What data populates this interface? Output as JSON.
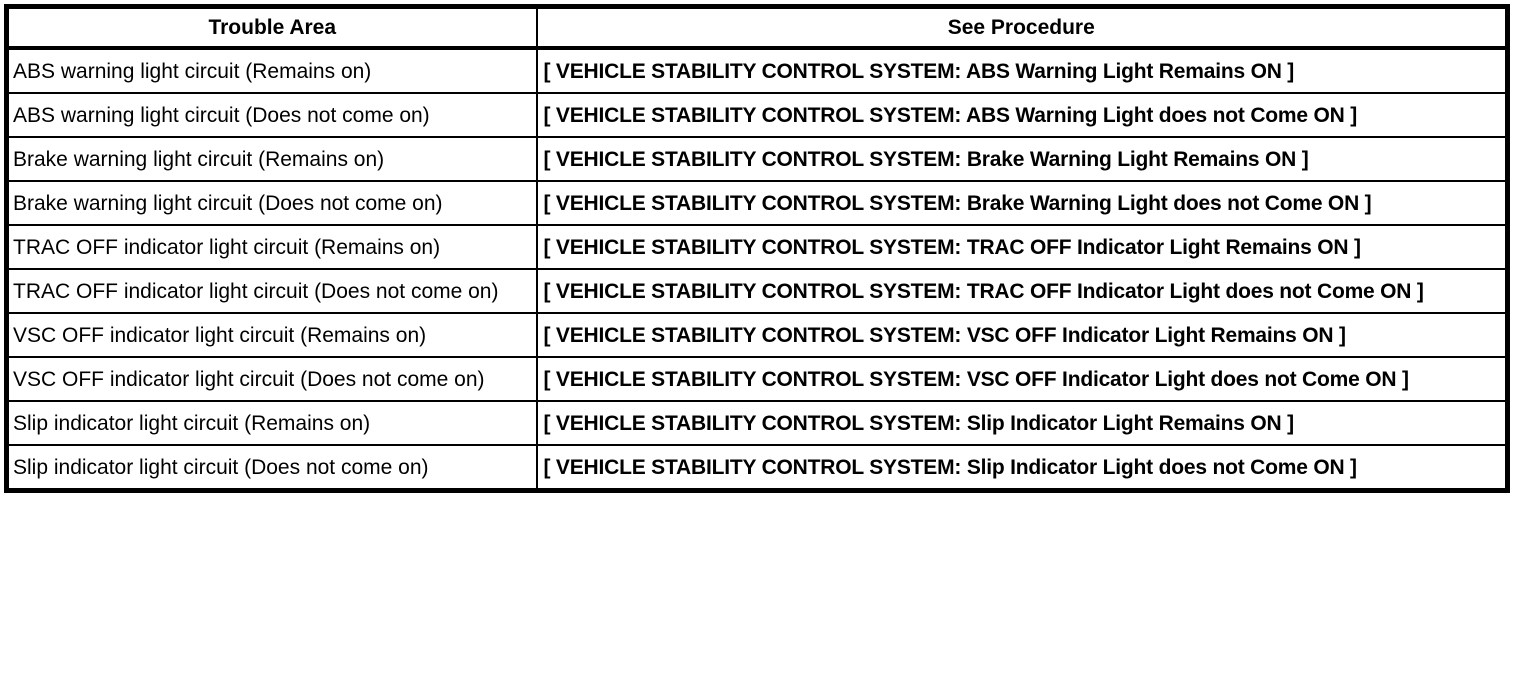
{
  "page": {
    "background_color": "#ffffff",
    "text_color": "#000000",
    "border_color": "#000000"
  },
  "table": {
    "columns": [
      {
        "label": "Trouble Area"
      },
      {
        "label": "See Procedure"
      }
    ],
    "rows": [
      {
        "trouble_area": "ABS warning light circuit (Remains on)",
        "procedure": "[ VEHICLE STABILITY CONTROL SYSTEM: ABS Warning Light Remains ON ]"
      },
      {
        "trouble_area": "ABS warning light circuit (Does not come on)",
        "procedure": "[ VEHICLE STABILITY CONTROL SYSTEM: ABS Warning Light does not Come ON ]"
      },
      {
        "trouble_area": "Brake warning light circuit (Remains on)",
        "procedure": "[ VEHICLE STABILITY CONTROL SYSTEM: Brake Warning Light Remains ON ]"
      },
      {
        "trouble_area": "Brake warning light circuit (Does not come on)",
        "procedure": "[ VEHICLE STABILITY CONTROL SYSTEM: Brake Warning Light does not Come ON ]"
      },
      {
        "trouble_area": "TRAC OFF indicator light circuit (Remains on)",
        "procedure": "[ VEHICLE STABILITY CONTROL SYSTEM: TRAC OFF Indicator Light Remains ON ]"
      },
      {
        "trouble_area": "TRAC OFF indicator light circuit (Does not come on)",
        "procedure": "[ VEHICLE STABILITY CONTROL SYSTEM: TRAC OFF Indicator Light does not Come ON ]"
      },
      {
        "trouble_area": "VSC OFF indicator light circuit (Remains on)",
        "procedure": "[ VEHICLE STABILITY CONTROL SYSTEM: VSC OFF Indicator Light Remains ON ]"
      },
      {
        "trouble_area": "VSC OFF indicator light circuit (Does not come on)",
        "procedure": "[ VEHICLE STABILITY CONTROL SYSTEM: VSC OFF Indicator Light does not Come ON ]"
      },
      {
        "trouble_area": "Slip indicator light circuit (Remains on)",
        "procedure": "[ VEHICLE STABILITY CONTROL SYSTEM: Slip Indicator Light Remains ON ]"
      },
      {
        "trouble_area": "Slip indicator light circuit (Does not come on)",
        "procedure": "[ VEHICLE STABILITY CONTROL SYSTEM: Slip Indicator Light does not Come ON ]"
      }
    ]
  }
}
